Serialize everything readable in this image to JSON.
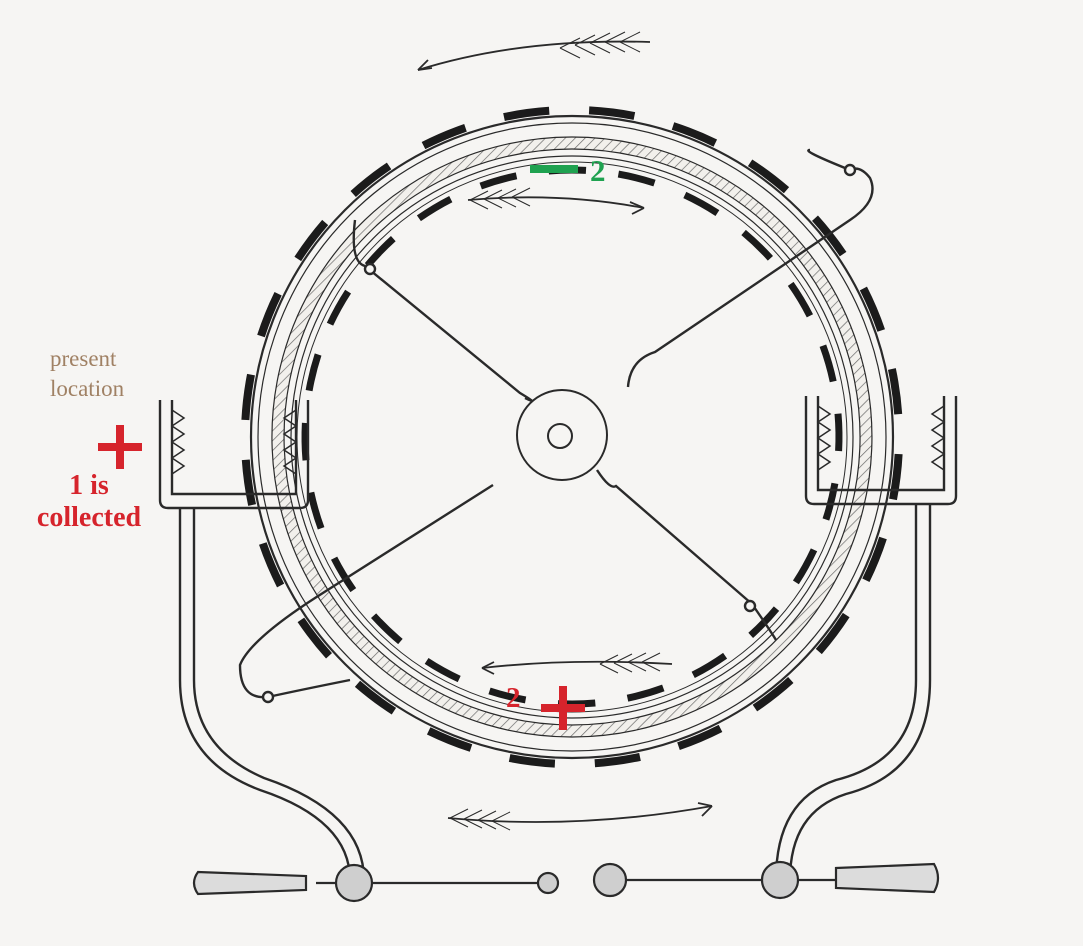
{
  "labels": {
    "present_location": "present location",
    "one_is_collected": "1 is collected",
    "top_number": "2",
    "bottom_number": "2"
  },
  "colors": {
    "background": "#f6f5f3",
    "line": "#2a2a2a",
    "sector": "#1b1b1b",
    "green_mark": "#1fa250",
    "red_mark": "#d6242c",
    "brown_label": "#a08164"
  },
  "icons": {
    "minus_sign": "minus-sign-icon",
    "plus_sign": "plus-sign-icon",
    "rotation_arrow": "rotation-arrow-icon"
  }
}
